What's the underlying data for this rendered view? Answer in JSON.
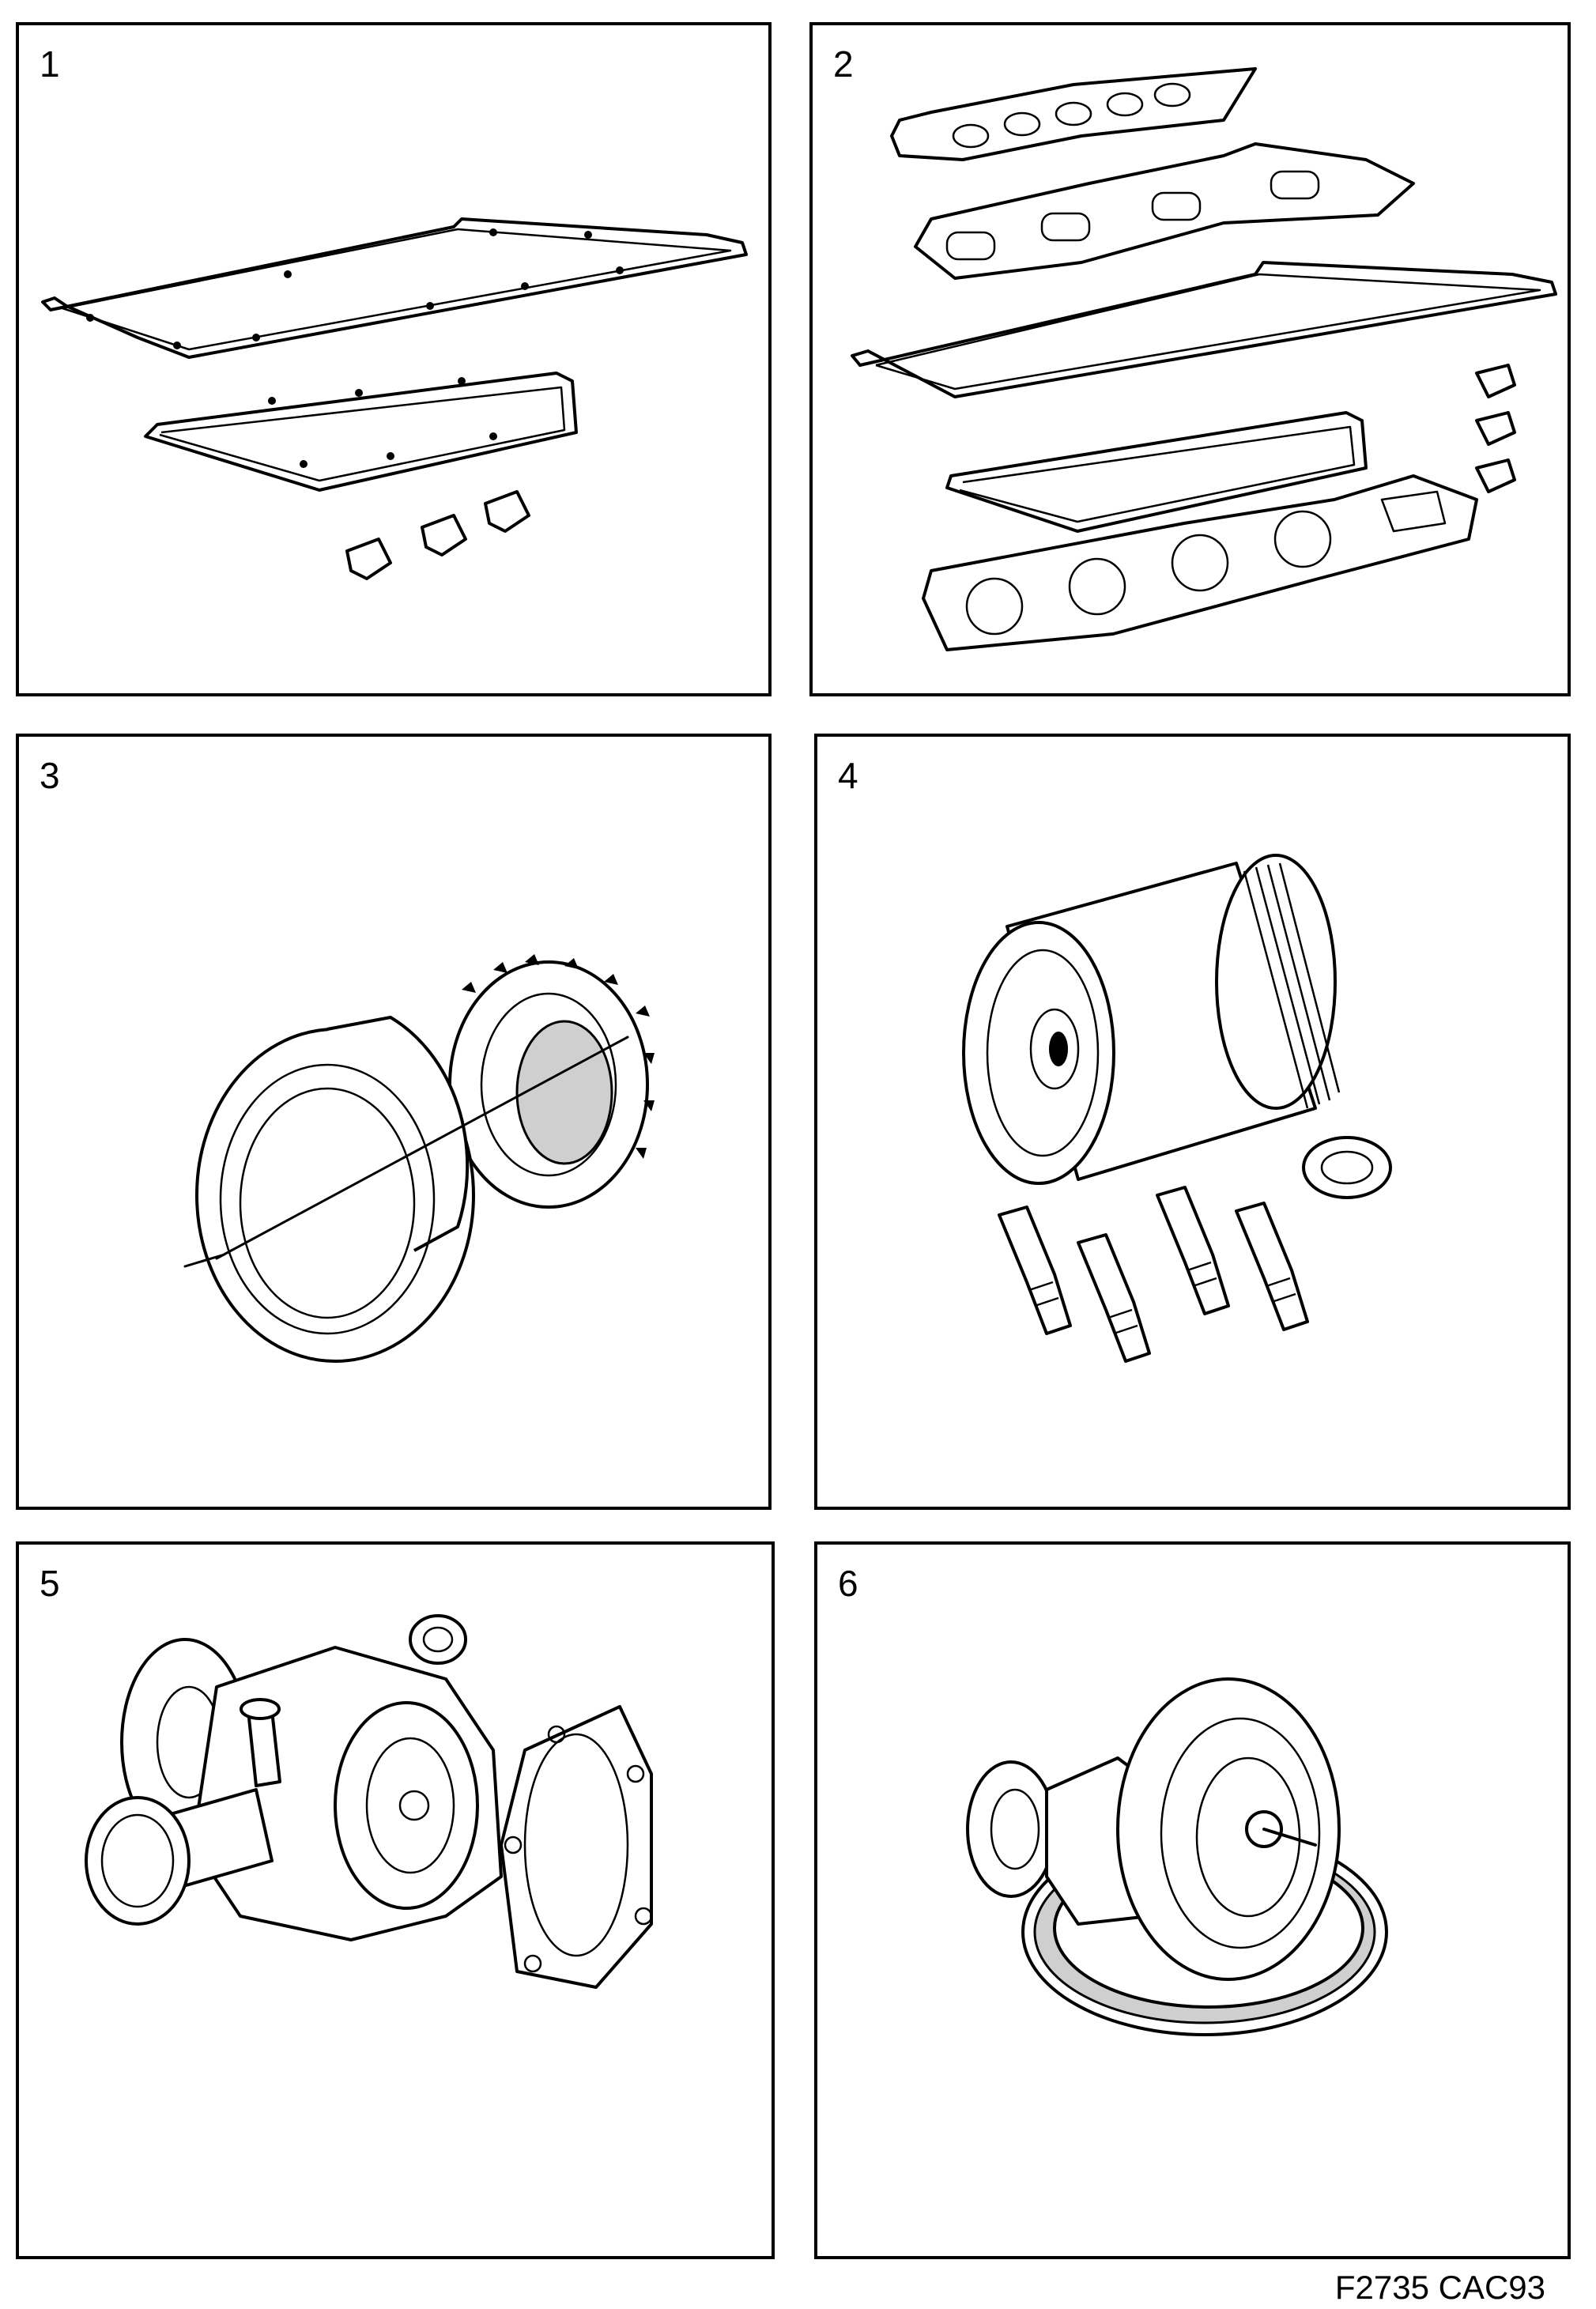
{
  "panels": [
    {
      "number": "1",
      "icon": "rocker-cover-gasket-set-icon"
    },
    {
      "number": "2",
      "icon": "head-gasket-set-icon"
    },
    {
      "number": "3",
      "icon": "timing-gear-set-icon"
    },
    {
      "number": "4",
      "icon": "oil-filter-spark-plugs-icon"
    },
    {
      "number": "5",
      "icon": "water-pump-icon"
    },
    {
      "number": "6",
      "icon": "thermostat-icon"
    }
  ],
  "footer": {
    "code": "F2735 CAC93"
  }
}
